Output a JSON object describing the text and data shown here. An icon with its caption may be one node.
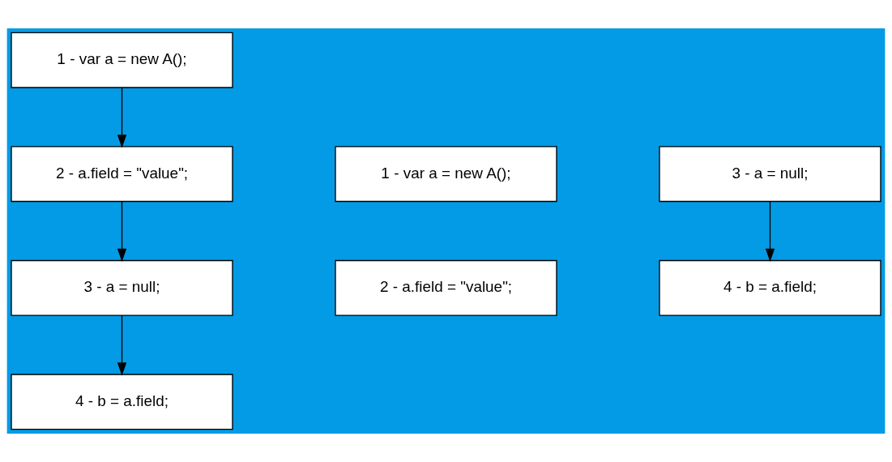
{
  "diagram": {
    "nodes": [
      {
        "text": [
          "1 - var a = new A();"
        ]
      },
      {
        "text": [
          "2 - a.field = \"value\";"
        ]
      },
      {
        "text": [
          "3 - a = null;"
        ]
      },
      {
        "text": [
          "4 - b = a.field;"
        ]
      },
      {
        "text": [
          "1 - var a = new A();"
        ]
      },
      {
        "text": [
          "2 - a.field = \"value\";"
        ]
      },
      {
        "text": [
          "3 - a = null;"
        ]
      },
      {
        "text": [
          "4 - b = a.field;"
        ]
      }
    ],
    "edges": [
      {
        "from": 0,
        "to": 1,
        "arrow": "to"
      },
      {
        "from": 1,
        "to": 2,
        "arrow": "to"
      },
      {
        "from": 2,
        "to": 3,
        "arrow": "to"
      },
      {
        "from": 6,
        "to": 7,
        "arrow": "to"
      }
    ]
  }
}
